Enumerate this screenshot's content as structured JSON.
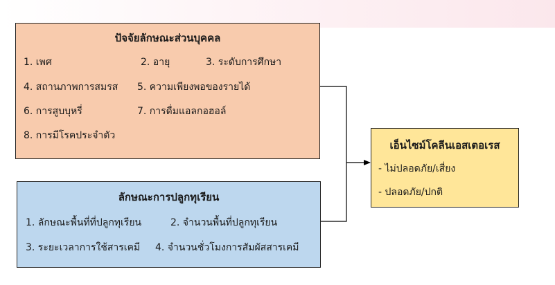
{
  "personal": {
    "title": "ปัจจัยลักษณะส่วนบุคคล",
    "items": [
      "1. เพศ",
      "2. อายุ",
      "3. ระดับการศึกษา",
      "4. สถานภาพการสมรส",
      "5. ความเพียงพอของรายได้",
      "6. การสูบบุหรี่",
      "7. การดื่มแอลกอฮอล์",
      "8. การมีโรคประจำตัว"
    ]
  },
  "cultivation": {
    "title": "ลักษณะการปลูกทุเรียน",
    "items": [
      "1. ลักษณะพื้นที่ที่ปลูกทุเรียน",
      "2. จำนวนพื้นที่ปลูกทุเรียน",
      "3. ระยะเวลาการใช้สารเคมี",
      "4. จำนวนชั่วโมงการสัมผัสสารเคมี"
    ]
  },
  "enzyme": {
    "title": "เอ็นไซม์โคลีนเอสเตอเรส",
    "items": [
      "- ไม่ปลอดภัย/เสี่ยง",
      "- ปลอดภัย/ปกติ"
    ]
  },
  "colors": {
    "personal_fill": "#f8cbad",
    "cultivation_fill": "#bdd7ee",
    "enzyme_fill": "#ffe699",
    "line": "#000000"
  }
}
